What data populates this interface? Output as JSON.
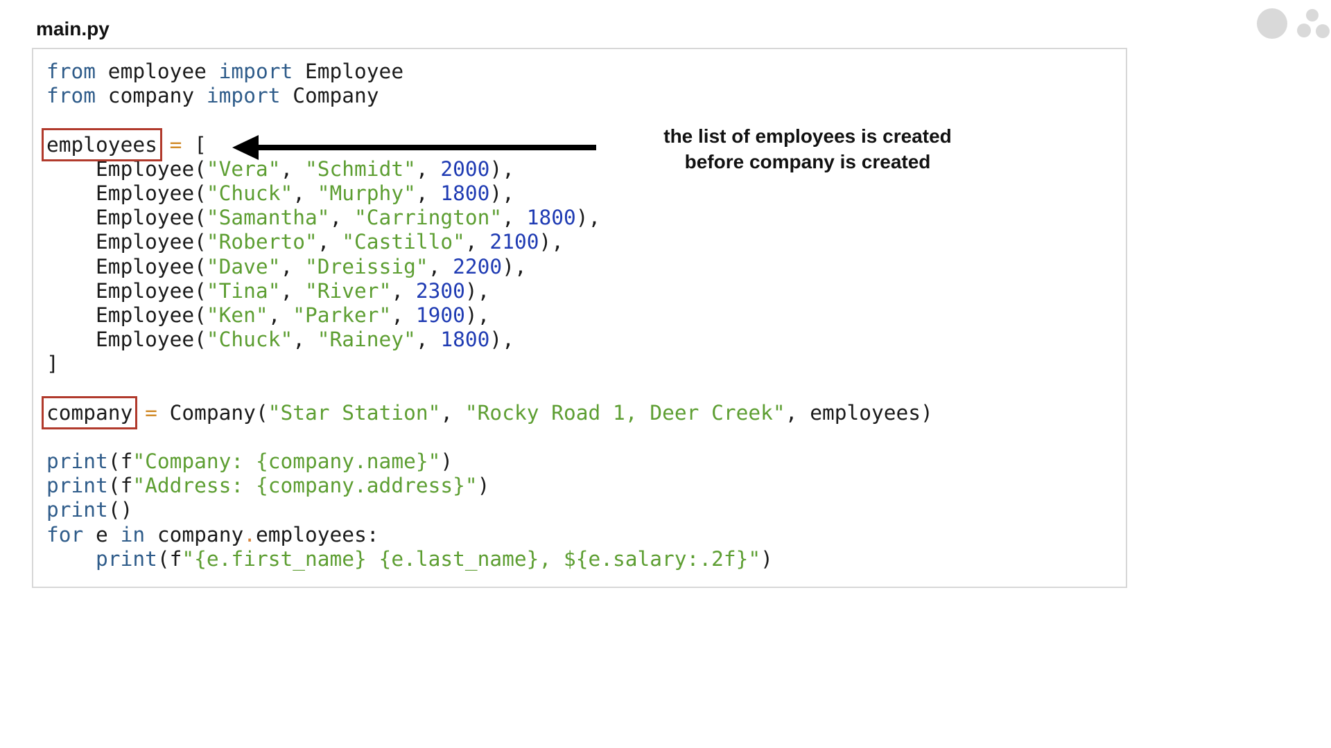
{
  "file": {
    "title": "main.py"
  },
  "code": {
    "line1": {
      "kw1": "from",
      "mod": " employee ",
      "kw2": "import",
      "cls": " Employee"
    },
    "line2": {
      "kw1": "from",
      "mod": " company ",
      "kw2": "import",
      "cls": " Company"
    },
    "line4": {
      "var": "employees",
      "eq": " =",
      "rest": " ["
    },
    "employees": [
      {
        "first": "\"Vera\"",
        "last": "\"Schmidt\"",
        "salary": "2000"
      },
      {
        "first": "\"Chuck\"",
        "last": "\"Murphy\"",
        "salary": "1800"
      },
      {
        "first": "\"Samantha\"",
        "last": "\"Carrington\"",
        "salary": "1800"
      },
      {
        "first": "\"Roberto\"",
        "last": "\"Castillo\"",
        "salary": "2100"
      },
      {
        "first": "\"Dave\"",
        "last": "\"Dreissig\"",
        "salary": "2200"
      },
      {
        "first": "\"Tina\"",
        "last": "\"River\"",
        "salary": "2300"
      },
      {
        "first": "\"Ken\"",
        "last": "\"Parker\"",
        "salary": "1900"
      },
      {
        "first": "\"Chuck\"",
        "last": "\"Rainey\"",
        "salary": "1800"
      }
    ],
    "employee_call": "    Employee(",
    "comma": ", ",
    "call_end": "),",
    "close_bracket": "]",
    "company_line": {
      "var": "company",
      "eq": " =",
      "call": " Company(",
      "name": "\"Star Station\"",
      "comma": ", ",
      "address": "\"Rocky Road 1, Deer Creek\"",
      "tail": ", employees)"
    },
    "print1": {
      "fn": "print",
      "open": "(f",
      "str": "\"Company: {company.name}\"",
      "close": ")"
    },
    "print2": {
      "fn": "print",
      "open": "(f",
      "str": "\"Address: {company.address}\"",
      "close": ")"
    },
    "print3": {
      "fn": "print",
      "rest": "()"
    },
    "for_line": {
      "kw1": "for",
      "var": " e ",
      "kw2": "in",
      "obj": " company",
      "dot": ".",
      "attr": "employees:"
    },
    "print4": {
      "indent": "    ",
      "fn": "print",
      "open": "(f",
      "str": "\"{e.first_name} {e.last_name}, ${e.salary:.2f}\"",
      "close": ")"
    }
  },
  "annotation": {
    "line1": "the list of employees is created",
    "line2": "before company is created"
  },
  "colors": {
    "keyword": "#2f5c8a",
    "string": "#5d9e32",
    "number": "#1f3bb3",
    "operator": "#d18b2a",
    "highlight_box": "#b13a2c",
    "arrow": "#000000"
  },
  "icons": {
    "corner": "dots-logo-icon",
    "arrow": "arrow-left-icon"
  }
}
